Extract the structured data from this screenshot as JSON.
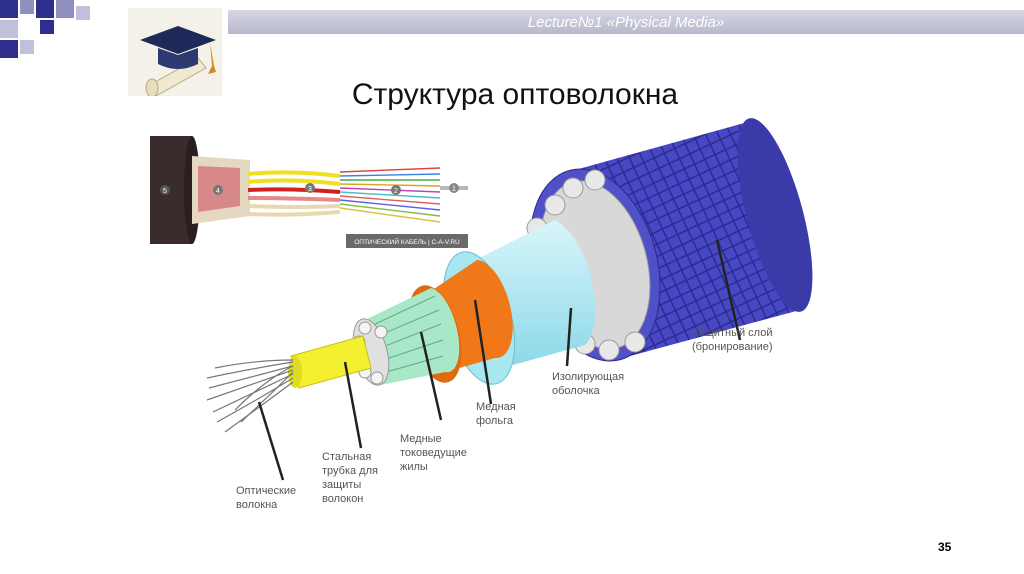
{
  "header": {
    "lecture_title": "Lecture№1 «Physical Media»"
  },
  "slide": {
    "title": "Структура оптоволокна",
    "page_number": "35"
  },
  "photo": {
    "caption": "ОПТИЧЕСКИЙ КАБЕЛЬ | C-A-V.RU",
    "markers": [
      "5",
      "4",
      "3",
      "2",
      "1"
    ]
  },
  "labels": {
    "armor": "Защитный слой\n(бронирование)",
    "insulation": "Изолирующая\nоболочка",
    "copper_foil": "Медная\nфольга",
    "copper_wires": "Медные\nтоковедущие\nжилы",
    "steel_tube": "Стальная\nтрубка для\nзащиты\nволокон",
    "fibers": "Оптические\nволокна"
  },
  "colors": {
    "armor": "#4040b8",
    "insulation": "#a8e6f0",
    "copper_foil": "#f07818",
    "copper_wires": "#a8e8c8",
    "steel_tube": "#f0f030",
    "header_bar": "#c4c4d8"
  }
}
